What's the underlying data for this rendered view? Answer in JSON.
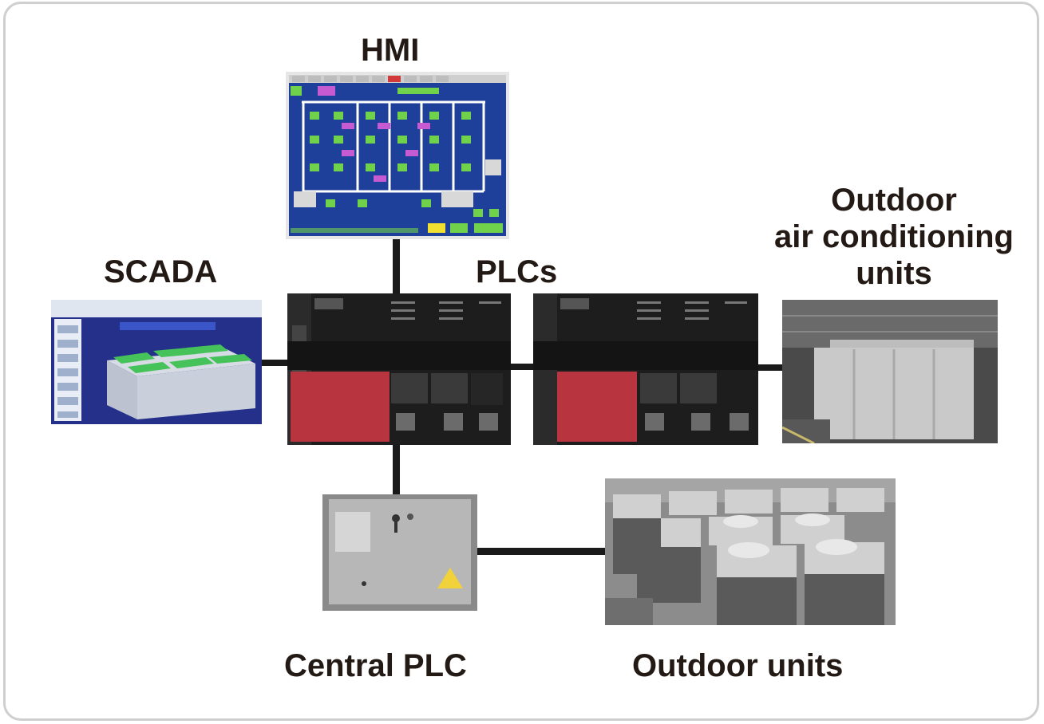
{
  "labels": {
    "hmi": "HMI",
    "scada": "SCADA",
    "plcs": "PLCs",
    "outdoor_ac_line1": "Outdoor",
    "outdoor_ac_line2": "air conditioning",
    "outdoor_ac_line3": "units",
    "central_plc": "Central PLC",
    "outdoor_units": "Outdoor units"
  },
  "colors": {
    "label_text": "#231a15",
    "connector": "#1a1a1a",
    "frame_border": "#cfcfcf",
    "hmi_background": "#1e3f9a",
    "hmi_tile_green": "#6fd24a",
    "hmi_tile_magenta": "#c65ad0",
    "plc_body": "#1d1d1d",
    "plc_red_cover": "#b8343f"
  }
}
